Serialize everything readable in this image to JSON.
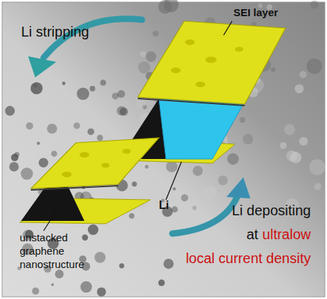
{
  "diagram": {
    "labels": [
      "Li stripping",
      "SEI layer",
      "Li",
      "unstacked graphene nanostructure",
      "Li depositing",
      "at",
      "ultralow",
      "local current density"
    ]
  }
}
